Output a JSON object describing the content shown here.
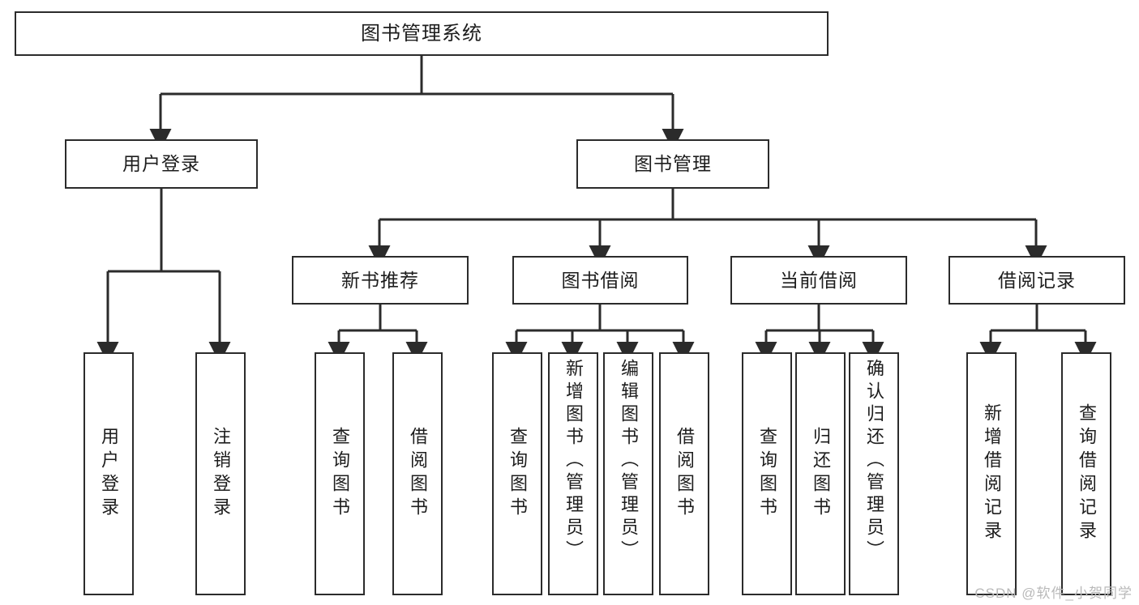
{
  "diagram": {
    "title": "图书管理系统",
    "watermark": "CSDN @软件_小贺同学",
    "colors": {
      "stroke": "#2b2b2b",
      "fill": "#ffffff",
      "text": "#1d1d1d",
      "watermark": "#b9b9b9"
    },
    "levels": {
      "root": {
        "label": "图书管理系统"
      },
      "level2": [
        {
          "label": "用户登录"
        },
        {
          "label": "图书管理"
        }
      ],
      "level3": [
        {
          "label": "新书推荐"
        },
        {
          "label": "图书借阅"
        },
        {
          "label": "当前借阅"
        },
        {
          "label": "借阅记录"
        }
      ],
      "leaves": {
        "user_login": [
          {
            "label": "用户登录"
          },
          {
            "label": "注销登录"
          }
        ],
        "new_book_recommend": [
          {
            "label": "查询图书"
          },
          {
            "label": "借阅图书"
          }
        ],
        "book_borrow": [
          {
            "label": "查询图书"
          },
          {
            "label": "新增图书（管理员）"
          },
          {
            "label": "编辑图书（管理员）"
          },
          {
            "label": "借阅图书"
          }
        ],
        "current_borrow": [
          {
            "label": "查询图书"
          },
          {
            "label": "归还图书"
          },
          {
            "label": "确认归还（管理员）"
          }
        ],
        "borrow_record": [
          {
            "label": "新增借阅记录"
          },
          {
            "label": "查询借阅记录"
          }
        ]
      }
    }
  }
}
